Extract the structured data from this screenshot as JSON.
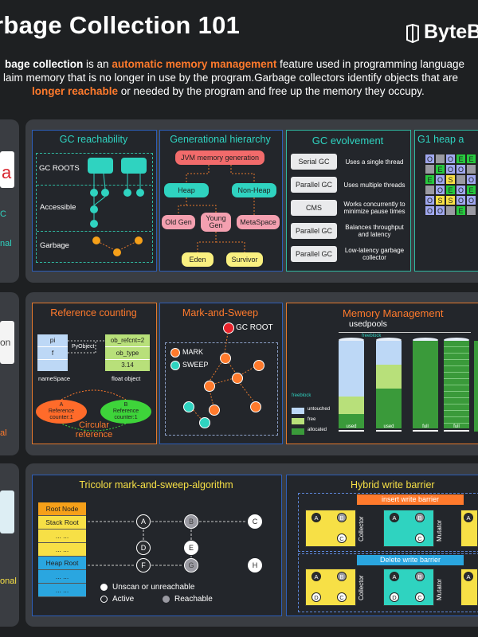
{
  "header": {
    "title": "rbage Collection 101",
    "logo": "ByteB",
    "intro_line1_a": "bage collection",
    "intro_line1_b": " is an ",
    "intro_line1_c": "automatic memory management",
    "intro_line1_d": " feature used in programming language",
    "intro_line2": "laim memory that is no longer in use by the program.Garbage collectors identify objects that are",
    "intro_line3_a": "longer reachable",
    "intro_line3_b": " or needed by the program and free up the memory they occupy."
  },
  "left_cards": {
    "card1_logo": "a",
    "card1_c": "C",
    "card1_nal": "nal",
    "card2_on": "on",
    "card2_al": "al",
    "card3_onal": "onal"
  },
  "reachability": {
    "title": "GC reachability",
    "roots": "GC ROOTS",
    "accessible": "Accessible",
    "garbage": "Garbage"
  },
  "generational": {
    "title": "Generational hierarchy",
    "jvm": "JVM memory generation",
    "heap": "Heap",
    "nonheap": "Non-Heap",
    "oldgen": "Old Gen",
    "younggen": "Young Gen",
    "metaspace": "MetaSpace",
    "eden": "Eden",
    "survivor": "Survivor"
  },
  "evolvement": {
    "title": "GC evolvement",
    "items": [
      {
        "name": "Serial GC",
        "desc": "Uses a single thread"
      },
      {
        "name": "Parallel GC",
        "desc": "Uses multiple threads"
      },
      {
        "name": "CMS",
        "desc": "Works concurrently to minimize pause times"
      },
      {
        "name": "Parallel GC",
        "desc": "Balances throughput and latency"
      },
      {
        "name": "Parallel GC",
        "desc": "Low-latency garbage collector"
      }
    ]
  },
  "g1": {
    "title": "G1 heap a",
    "rows": [
      [
        "O",
        "",
        "O",
        "E",
        "E"
      ],
      [
        "",
        "E",
        "O",
        "O",
        ""
      ],
      [
        "E",
        "O",
        "S",
        "",
        "O"
      ],
      [
        "",
        "O",
        "E",
        "O",
        "E"
      ],
      [
        "O",
        "S",
        "S",
        "O",
        "O"
      ],
      [
        "O",
        "O",
        "",
        "E",
        ""
      ]
    ],
    "colors": {
      "O": "#a0a8f0",
      "E": "#27c93f",
      "S": "#f7e046",
      "": "#9a9aa2"
    }
  },
  "refcount": {
    "title": "Reference counting",
    "pi": "pi",
    "f": "f",
    "pyobject": "PyObject",
    "namespace": "nameSpace",
    "refcnt": "ob_refcnt=2",
    "type": "ob_type",
    "val": "3.14",
    "floatobj": "float object",
    "a": "A",
    "a_rc": "Reference counter:1",
    "b": "B",
    "b_rc": "Reference counter:1",
    "circular1": "Circular",
    "circular2": "reference"
  },
  "marksweep": {
    "title": "Mark-and-Sweep",
    "root": "GC ROOT",
    "mark": "MARK",
    "sweep": "SWEEP"
  },
  "memmgmt": {
    "title": "Memory Management",
    "usedpools": "usedpools",
    "freeblock_top": "freeblock",
    "freeblock_left": "freeblock",
    "legend_untouched": "untouched",
    "legend_free": "free",
    "legend_allocated": "allocated",
    "cols": [
      "used",
      "used",
      "full",
      "full"
    ]
  },
  "tricolor": {
    "title": "Tricolor mark-and-sweep-algorithm",
    "cells": [
      "Root Node",
      "Stack Root",
      "... ...",
      "... ...",
      "Heap Root",
      "... ...",
      "... ..."
    ],
    "nodes": [
      "A",
      "B",
      "C",
      "D",
      "E",
      "F",
      "G",
      "H"
    ],
    "legend_white": "Unscan or unreachable",
    "legend_active": "Active",
    "legend_reachable": "Reachable"
  },
  "hybrid": {
    "title": "Hybrid write barrier",
    "insert": "insert write barrier",
    "delete": "Delete write barrier",
    "collector": "Collector",
    "mutator": "Mutator",
    "a": "A",
    "b": "B",
    "c": "C",
    "d": "D"
  }
}
